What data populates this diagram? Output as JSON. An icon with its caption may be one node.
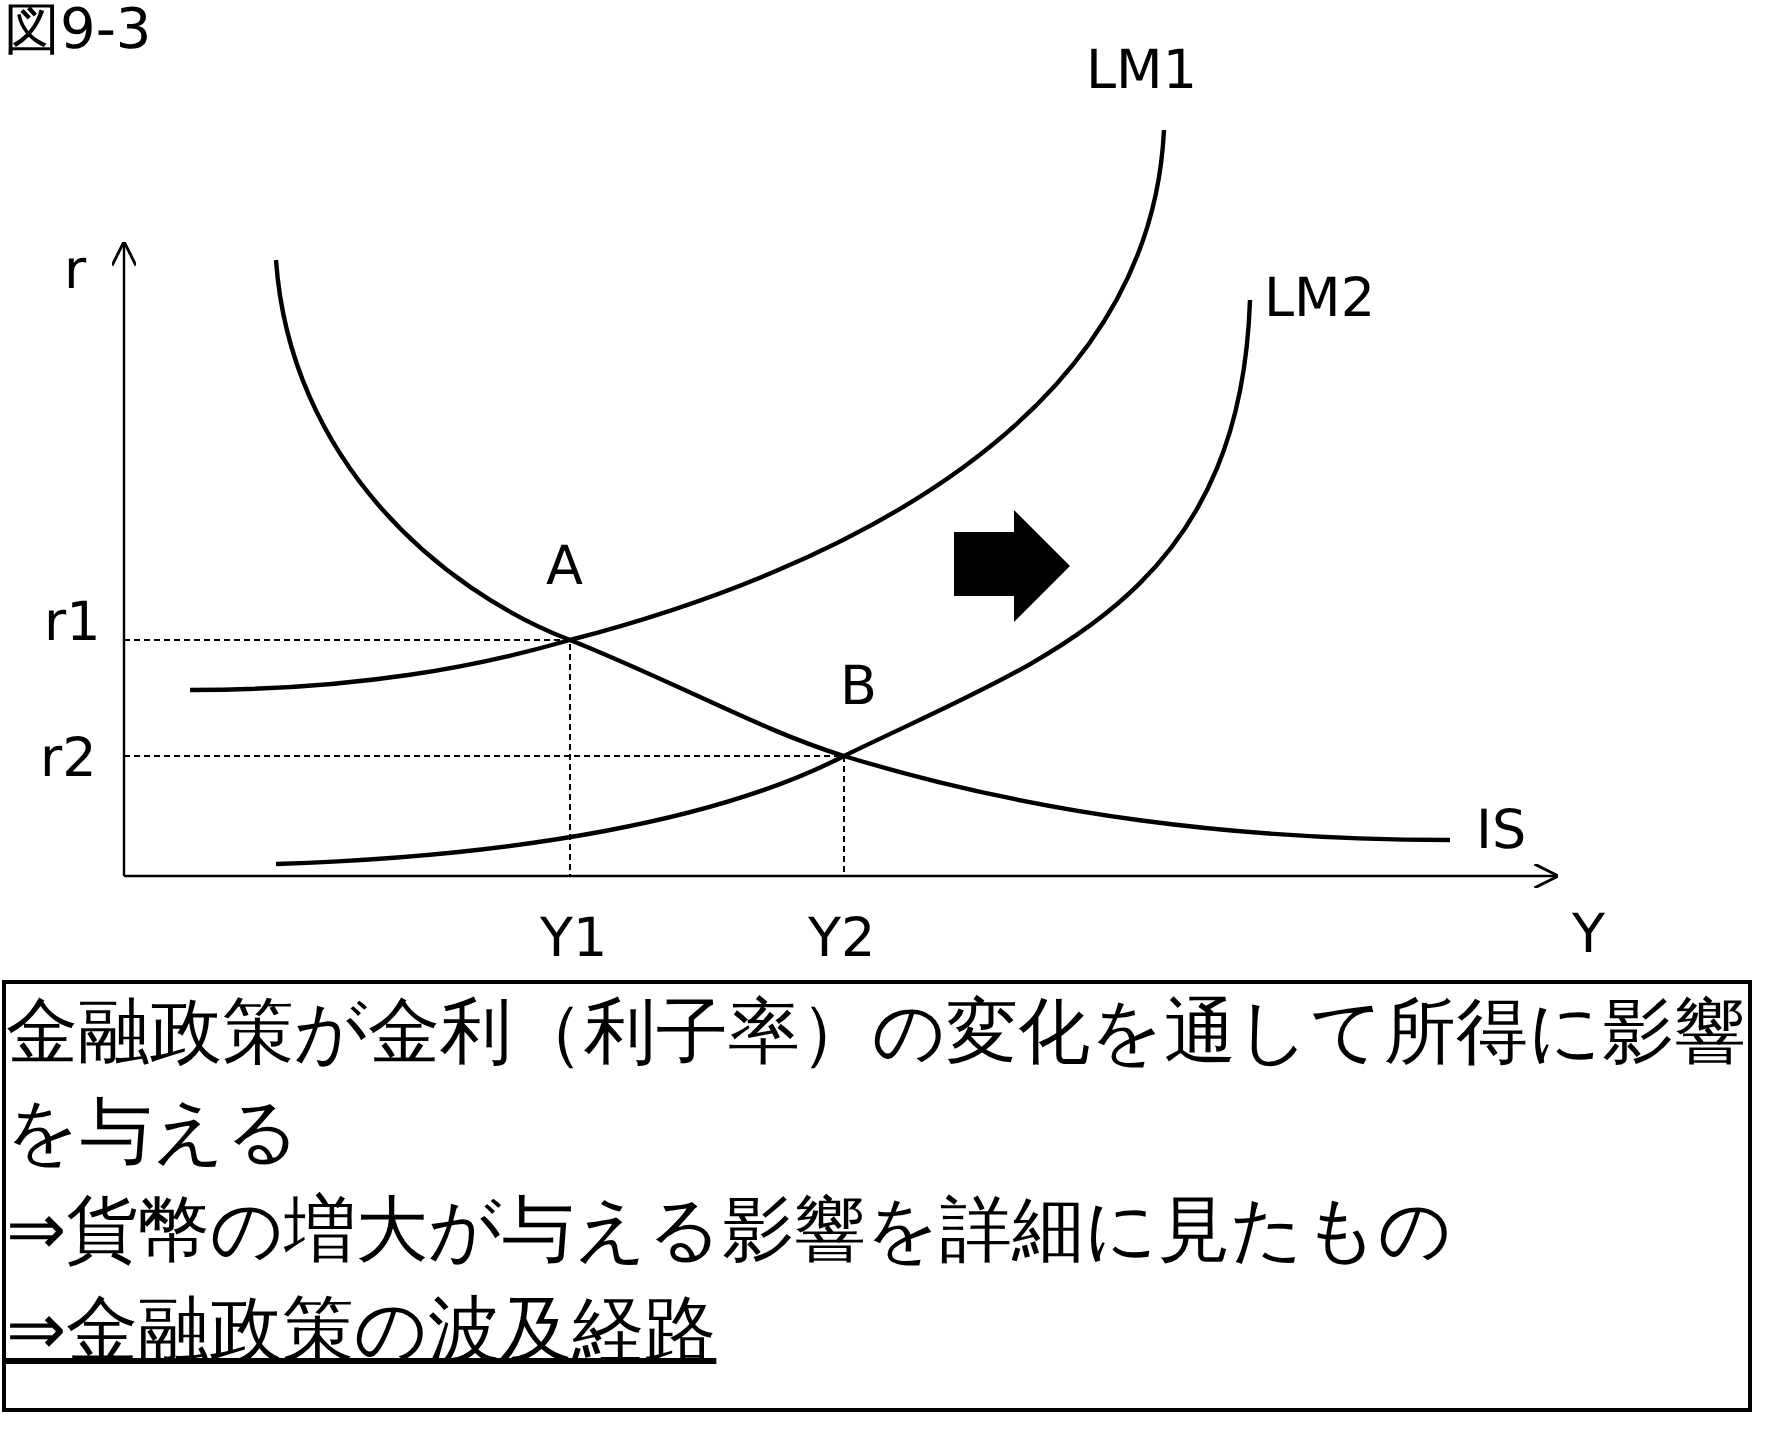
{
  "diagram": {
    "title": "図9-3",
    "nodes": [
      {
        "text": [
          "金融政策が金利（利子率）の変化を通して所得に影響を与える",
          "⇒貨幣の増大が与える影響を詳細に見たもの",
          "⇒金融政策の波及経路"
        ]
      }
    ],
    "labels": [
      "LM1",
      "r",
      "LM2",
      "A",
      "r1",
      "B",
      "r2",
      "IS",
      "Y1",
      "Y2",
      "Y"
    ]
  }
}
